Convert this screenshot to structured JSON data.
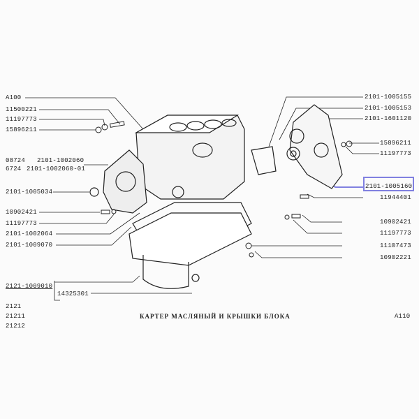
{
  "title": "КАРТЕР МАСЛЯНЫЙ И КРЫШКИ БЛОКА",
  "page_code": "A110",
  "highlight_color": "#8080e0",
  "left_labels": [
    "A100",
    "11500221",
    "11197773",
    "15896211",
    "08724",
    "2101-1002060",
    "6724",
    "2101-1002060-01",
    "2101-1005034",
    "10902421",
    "11197773",
    "2101-1002064",
    "2101-1009070",
    "2121-1009010",
    "14325301"
  ],
  "right_labels": [
    "2101-1005155",
    "2101-1005153",
    "2101-1601120",
    "15896211",
    "11197773",
    "2101-1005160",
    "11944401",
    "10902421",
    "11197773",
    "11107473",
    "10902221"
  ],
  "models": [
    "2121",
    "21211",
    "21212"
  ]
}
